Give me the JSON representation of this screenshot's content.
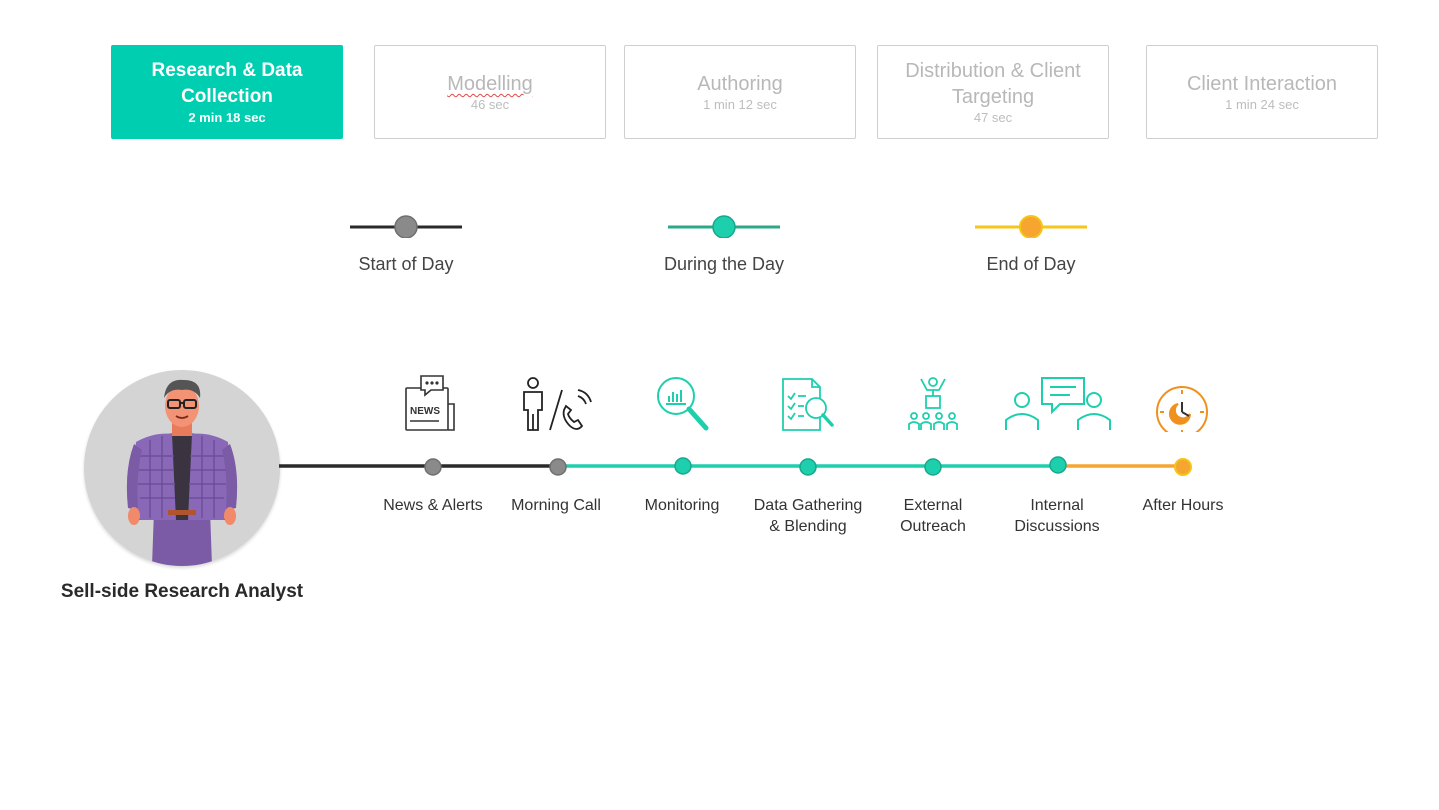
{
  "tabs": [
    {
      "title": "Research & Data Collection",
      "time": "2 min 18 sec",
      "active": true
    },
    {
      "title": "Modelling",
      "time": "46 sec",
      "active": false
    },
    {
      "title": "Authoring",
      "time": "1  min 12 sec",
      "active": false
    },
    {
      "title": "Distribution & Client Targeting",
      "time": "47 sec",
      "active": false
    },
    {
      "title": "Client Interaction",
      "time": "1  min 24 sec",
      "active": false
    }
  ],
  "legend": [
    {
      "label": "Start of Day",
      "line_color": "#2a2a2a",
      "dot_color": "#8a8a8a"
    },
    {
      "label": "During the Day",
      "line_color": "#2aa88a",
      "dot_color": "#1ecfae"
    },
    {
      "label": "End of Day",
      "line_color": "#f5c518",
      "dot_color": "#f7a531"
    }
  ],
  "persona": {
    "label": "Sell-side Research Analyst",
    "icon": "analyst-avatar"
  },
  "steps": [
    {
      "label": "News & Alerts",
      "icon": "newspaper-icon",
      "phase": "start"
    },
    {
      "label": "Morning Call",
      "icon": "phone-call-icon",
      "phase": "start"
    },
    {
      "label": "Monitoring",
      "icon": "magnifier-chart-icon",
      "phase": "during"
    },
    {
      "label": "Data Gathering & Blending",
      "icon": "checklist-search-icon",
      "phase": "during"
    },
    {
      "label": "External Outreach",
      "icon": "presenter-audience-icon",
      "phase": "during"
    },
    {
      "label": "Internal Discussions",
      "icon": "discussion-icon",
      "phase": "during"
    },
    {
      "label": "After Hours",
      "icon": "clock-icon",
      "phase": "end"
    }
  ],
  "colors": {
    "accent": "#00ceb0",
    "start": "#2a2a2a",
    "start_dot": "#8a8a8a",
    "during": "#1ecfae",
    "end": "#f7a531",
    "icon_dark": "#333333",
    "icon_teal": "#1ecfae",
    "icon_orange": "#f0901e"
  }
}
